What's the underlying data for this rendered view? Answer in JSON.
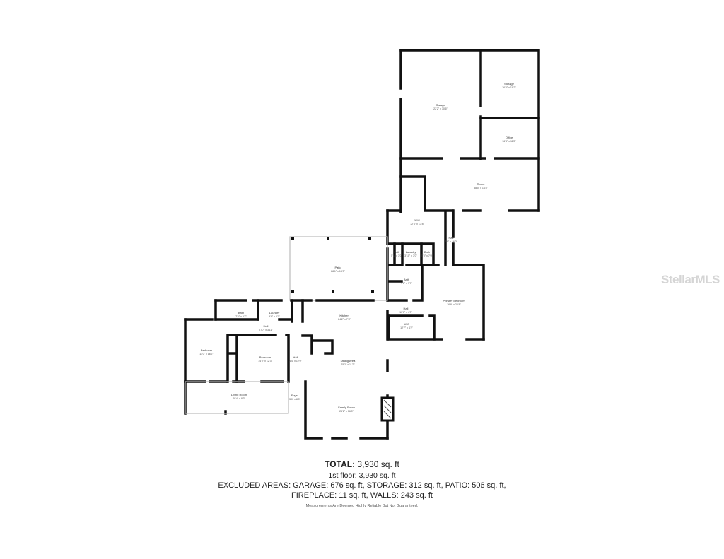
{
  "rooms": [
    {
      "name": "Garage",
      "dims": "22'2\" x 30'6\""
    },
    {
      "name": "Storage",
      "dims": "16'3\" x 19'3\""
    },
    {
      "name": "Office",
      "dims": "16'3\" x 11'2\""
    },
    {
      "name": "Room",
      "dims": "38'0\" x 14'8\""
    },
    {
      "name": "W/C",
      "dims": "12'6\" x 17'8\""
    },
    {
      "name": "Hall",
      "dims": "7'8\" x 16'0\""
    },
    {
      "name": "Bath",
      "dims": "5'1\" x 7'0\""
    },
    {
      "name": "Laundry",
      "dims": "3'10\" x 7'0\""
    },
    {
      "name": "Bath",
      "dims": "5'0\" x 7'0\""
    },
    {
      "name": "Patio",
      "dims": "28'1\" x 18'0\""
    },
    {
      "name": "Bath",
      "dims": "9'6\" x 9'7\""
    },
    {
      "name": "Primary Bedroom",
      "dims": "16'8\" x 20'8\""
    },
    {
      "name": "Hall",
      "dims": "10'0\" x 4'3\""
    },
    {
      "name": "W/C",
      "dims": "12'7\" x 4'2\""
    },
    {
      "name": "Bath",
      "dims": "7'6\" x 5'7\""
    },
    {
      "name": "Laundry",
      "dims": "9'8\" x 5'7\""
    },
    {
      "name": "Hall",
      "dims": "27'7\" x 3'11\""
    },
    {
      "name": "Kitchen",
      "dims": "24'2\" x 7'8\""
    },
    {
      "name": "Bedroom",
      "dims": "11'0\" x 16'2\""
    },
    {
      "name": "Bedroom",
      "dims": "14'0\" x 12'3\""
    },
    {
      "name": "Hall",
      "dims": "4'4\" x 12'0\""
    },
    {
      "name": "Dining Area",
      "dims": "25'2\" x 11'2\""
    },
    {
      "name": "Living Room",
      "dims": "28'4\" x 8'3\""
    },
    {
      "name": "Foyer",
      "dims": "5'0\" x 8'0\""
    },
    {
      "name": "Family Room",
      "dims": "25'2\" x 16'0\""
    }
  ],
  "summary": {
    "total_label": "TOTAL:",
    "total_value": "3,930 sq. ft",
    "floor_label": "1st floor:",
    "floor_value": "3,930 sq. ft",
    "excluded_line1": "EXCLUDED AREAS: GARAGE: 676 sq. ft, STORAGE: 312 sq. ft, PATIO: 506 sq. ft,",
    "excluded_line2": "FIREPLACE: 11 sq. ft, WALLS: 243 sq. ft",
    "disclaimer": "Measurements Are Deemed Highly Reliable But Not Guaranteed."
  },
  "watermark": "StellarMLS"
}
